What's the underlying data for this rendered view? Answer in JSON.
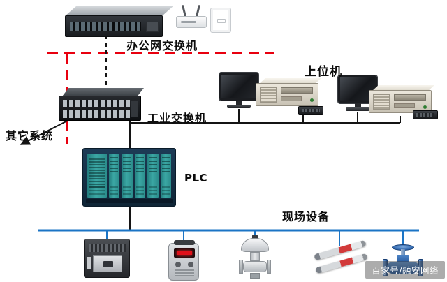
{
  "labels": {
    "office_switch": "办公网交换机",
    "industrial_switch": "工业交换机",
    "other_systems": "其它系统",
    "host_computer": "上位机",
    "plc": "PLC",
    "field_devices": "现场设备"
  },
  "watermark": "百家号/融安网络",
  "colors": {
    "field_bus_blue": "#1b74c5",
    "boundary_red": "#e8000f",
    "line_black": "#141414",
    "plc_module_teal": "#3ba7a4"
  },
  "devices": [
    {
      "id": "office-switch",
      "type": "network-switch"
    },
    {
      "id": "wireless-ap",
      "type": "wireless-router"
    },
    {
      "id": "wall-socket",
      "type": "wall-plate"
    },
    {
      "id": "industrial-switch",
      "type": "network-switch"
    },
    {
      "id": "monitor-1",
      "type": "monitor"
    },
    {
      "id": "industrial-pc-1",
      "type": "rack-computer"
    },
    {
      "id": "accessory-1",
      "type": "small-device"
    },
    {
      "id": "monitor-2",
      "type": "monitor"
    },
    {
      "id": "industrial-pc-2",
      "type": "rack-computer"
    },
    {
      "id": "accessory-2",
      "type": "small-device"
    },
    {
      "id": "plc-rack",
      "type": "plc"
    },
    {
      "id": "circuit-breaker",
      "type": "breaker"
    },
    {
      "id": "gas-detector",
      "type": "detector"
    },
    {
      "id": "control-valve",
      "type": "valve"
    },
    {
      "id": "heating-elements",
      "type": "heater"
    },
    {
      "id": "shutoff-valve",
      "type": "valve"
    }
  ]
}
